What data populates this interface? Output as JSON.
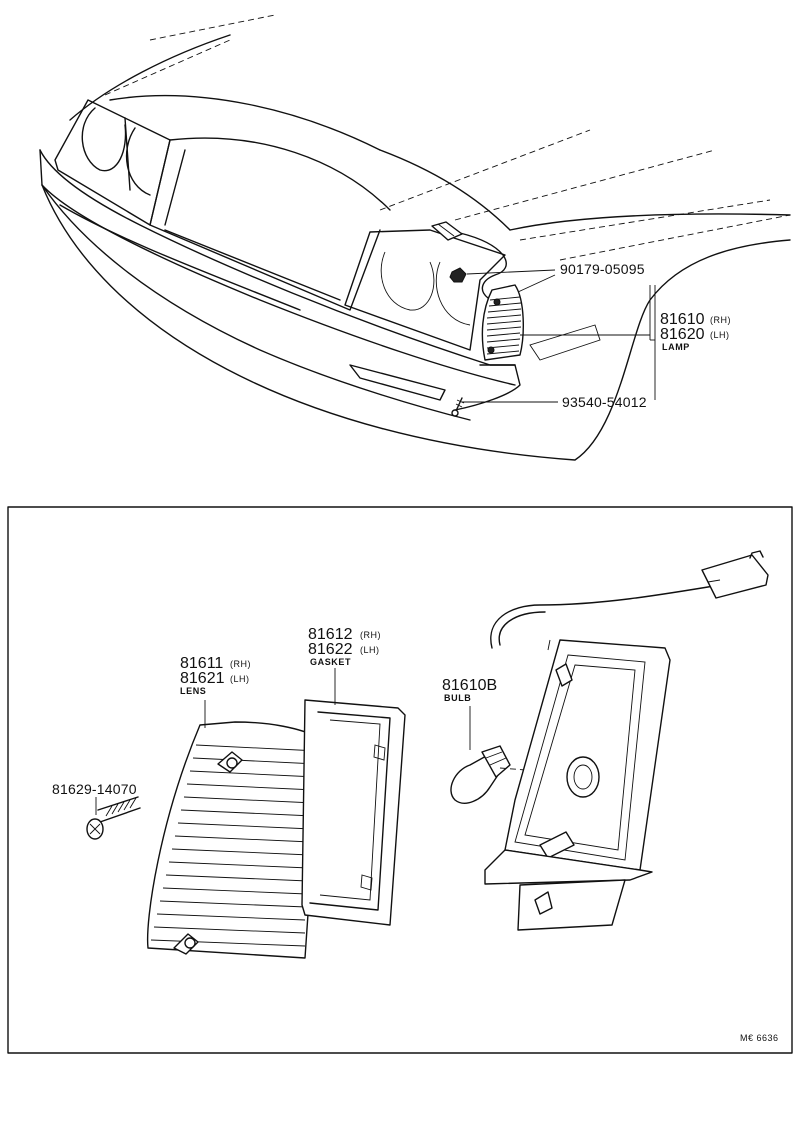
{
  "labels": {
    "top_90179": "90179-05095",
    "top_81610": "81610",
    "top_81610_side": "(RH)",
    "top_81620": "81620",
    "top_81620_side": "(LH)",
    "top_lamp": "LAMP",
    "top_93540": "93540-54012",
    "gasket_81612": "81612",
    "gasket_81612_side": "(RH)",
    "gasket_81622": "81622",
    "gasket_81622_side": "(LH)",
    "gasket_word": "GASKET",
    "lens_81611": "81611",
    "lens_81611_side": "(RH)",
    "lens_81621": "81621",
    "lens_81621_side": "(LH)",
    "lens_word": "LENS",
    "bulb_81610B": "81610B",
    "bulb_word": "BULB",
    "screw_81629": "81629-14070",
    "figure_code": "M€ 6636"
  }
}
